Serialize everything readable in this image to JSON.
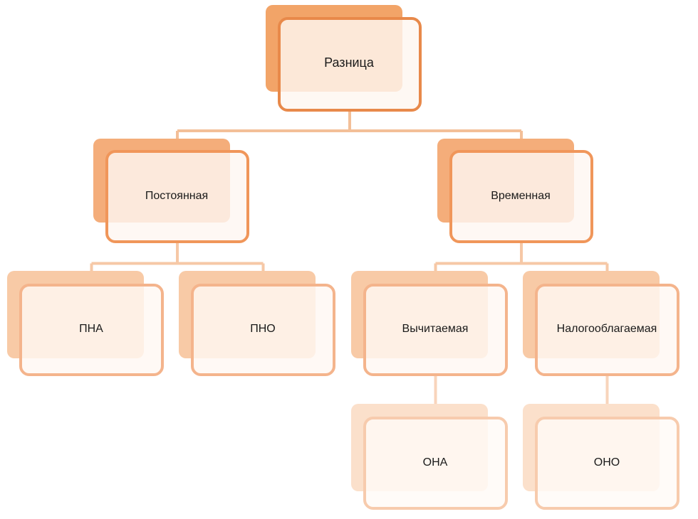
{
  "diagram": {
    "nodes": {
      "root": {
        "label": "Разница",
        "level": 0
      },
      "permanent": {
        "label": "Постоянная",
        "level": 1
      },
      "temporary": {
        "label": "Временная",
        "level": 1
      },
      "pna": {
        "label": "ПНА",
        "level": 2
      },
      "pno": {
        "label": "ПНО",
        "level": 2
      },
      "deductible": {
        "label": "Вычитаемая",
        "level": 2
      },
      "taxable": {
        "label": "Налогооблагаемая",
        "level": 2
      },
      "ona": {
        "label": "ОНА",
        "level": 3
      },
      "ono": {
        "label": "ОНО",
        "level": 3
      }
    },
    "edges": [
      {
        "from": "root",
        "to": "permanent"
      },
      {
        "from": "root",
        "to": "temporary"
      },
      {
        "from": "permanent",
        "to": "pna"
      },
      {
        "from": "permanent",
        "to": "pno"
      },
      {
        "from": "temporary",
        "to": "deductible"
      },
      {
        "from": "temporary",
        "to": "taxable"
      },
      {
        "from": "deductible",
        "to": "ona"
      },
      {
        "from": "taxable",
        "to": "ono"
      }
    ],
    "colors": {
      "level0": {
        "shadow": "#f2a468",
        "border": "#e8894a",
        "fill": "#fef6f0",
        "connector": "#f3bf98"
      },
      "level1": {
        "shadow": "#f4ad7a",
        "border": "#f0965a",
        "fill": "#fef7f2",
        "connector": "#f6c8a6"
      },
      "level2": {
        "shadow": "#f8caa6",
        "border": "#f4b48c",
        "fill": "#fff8f3",
        "connector": "#f8d4bb"
      },
      "level3": {
        "shadow": "#fbe0cb",
        "border": "#f7cbad",
        "fill": "#fffaf6",
        "connector": "#f8d4bb"
      }
    }
  }
}
